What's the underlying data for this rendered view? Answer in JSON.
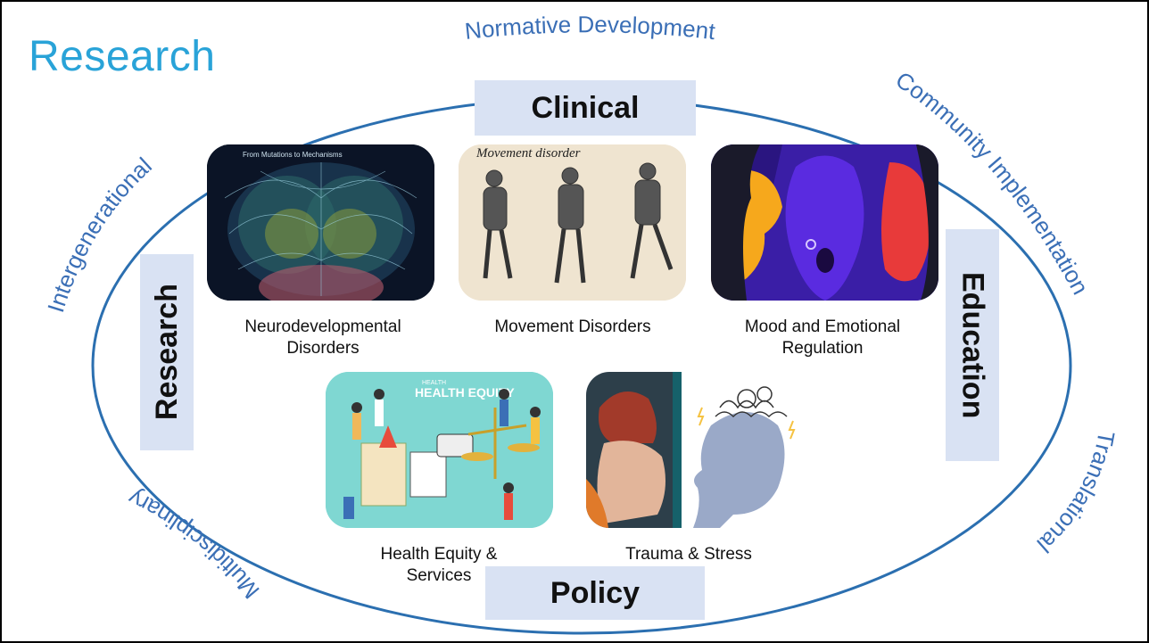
{
  "slide": {
    "title": "Research"
  },
  "outer_labels": {
    "top": "Normative Development",
    "top_right": "Community Implementation",
    "right_bottom": "Translational",
    "left_top": "Intergenerational",
    "left_bottom": "Multidisciplinary"
  },
  "pillars": {
    "top": "Clinical",
    "left": "Research",
    "right": "Education",
    "bottom": "Policy"
  },
  "areas": [
    {
      "caption": "Neurodevelopmental Disorders",
      "image_icon": "brain-network-icon",
      "image_text": "From Mutations to Mechanisms"
    },
    {
      "caption": "Movement Disorders",
      "image_icon": "moving-figures-icon",
      "image_text": "Movement disorder"
    },
    {
      "caption": "Mood and Emotional Regulation",
      "image_icon": "faces-mood-icon"
    },
    {
      "caption": "Health Equity & Services",
      "image_icon": "health-equity-icon",
      "image_text": "HEALTH EQUITY"
    },
    {
      "caption": "Trauma & Stress",
      "image_icon": "trauma-stress-icon"
    }
  ],
  "colors": {
    "title": "#29a3d8",
    "ellipse": "#2b6fb0",
    "arc_text": "#3b6fb6",
    "pillar_bg": "#d9e2f3"
  }
}
